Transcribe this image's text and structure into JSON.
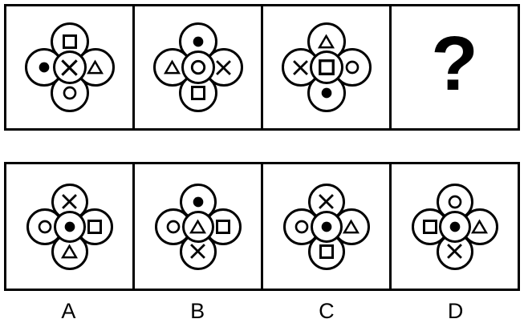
{
  "puzzle": {
    "type": "visual-analogy-matrix",
    "question_row": {
      "cells": [
        {
          "id": "q1",
          "name": "question-cell-1",
          "symbols": {
            "top": "square",
            "left": "filled-circle",
            "center": "cross",
            "right": "triangle",
            "bottom": "circle"
          }
        },
        {
          "id": "q2",
          "name": "question-cell-2",
          "symbols": {
            "top": "filled-circle",
            "left": "triangle",
            "center": "circle",
            "right": "cross",
            "bottom": "square"
          }
        },
        {
          "id": "q3",
          "name": "question-cell-3",
          "symbols": {
            "top": "triangle",
            "left": "cross",
            "center": "square",
            "right": "circle",
            "bottom": "filled-circle"
          }
        },
        {
          "id": "q4",
          "name": "question-cell-missing",
          "symbols": null,
          "placeholder": "?"
        }
      ]
    },
    "options_row": {
      "options": [
        {
          "id": "A",
          "label": "A",
          "symbols": {
            "top": "cross",
            "left": "circle",
            "center": "filled-circle",
            "right": "square",
            "bottom": "triangle"
          }
        },
        {
          "id": "B",
          "label": "B",
          "symbols": {
            "top": "filled-circle",
            "left": "circle",
            "center": "triangle",
            "right": "square",
            "bottom": "cross"
          }
        },
        {
          "id": "C",
          "label": "C",
          "symbols": {
            "top": "cross",
            "left": "circle",
            "center": "filled-circle",
            "right": "triangle",
            "bottom": "square"
          }
        },
        {
          "id": "D",
          "label": "D",
          "symbols": {
            "top": "circle",
            "left": "square",
            "center": "filled-circle",
            "right": "triangle",
            "bottom": "cross"
          }
        }
      ]
    },
    "colors": {
      "stroke": "#000000",
      "background": "#ffffff"
    }
  }
}
